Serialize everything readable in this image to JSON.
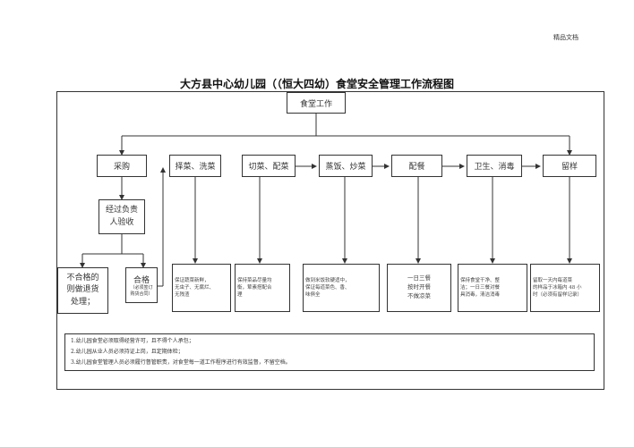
{
  "corner_tag": "精品文档",
  "title": "大方县中心幼儿园（（恒大四幼）食堂安全管理工作流程图",
  "top_box": "食堂工作",
  "steps": [
    "采购",
    "择菜、洗菜",
    "切菜、配菜",
    "蒸饭、炒菜",
    "配餐",
    "卫生、消毒",
    "留样"
  ],
  "acceptance": "经过负责\n人验收",
  "fail_outcome": "不合格的\n则做退货\n处理；",
  "pass_outcome": {
    "label": "合格",
    "sub": "（必须签订\n购货合同）"
  },
  "notes": [
    "保证蔬菜新鲜，\n无虫子、无腐烂、\n无残渣",
    "保持菜品尽量均\n衡，荤素搭配合\n理",
    "做到米饭软硬适中，\n保证每道菜色、香、\n味俱全",
    "一日三餐\n按时开餐\n不做凉菜",
    "保持食堂干净、整\n洁；一日三餐对餐\n具消毒，清洁消毒",
    "留取一天内每道菜\n的样品于冰箱内 48 小\n时（必须有留样记录）"
  ],
  "rules": [
    "1.幼儿园食堂必须取得经营许可，且不得个人承包；",
    "2.幼儿园从业人员必须持证上岗，且定期体检；",
    "3.幼儿园食堂管理人员必须履行督管职责，对食堂每一道工作程序进行有效监督，不留空档。"
  ]
}
